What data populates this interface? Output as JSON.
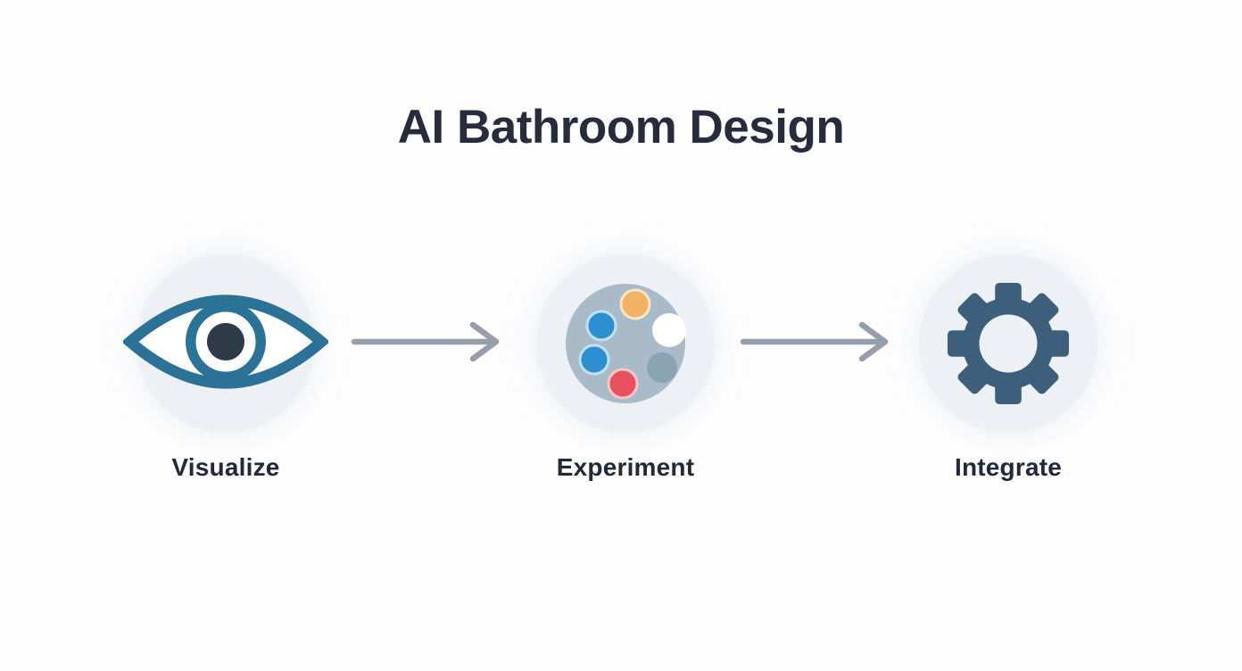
{
  "title": "AI Bathroom Design",
  "steps": [
    {
      "id": "visualize",
      "label": "Visualize",
      "icon": "eye-icon"
    },
    {
      "id": "experiment",
      "label": "Experiment",
      "icon": "palette-icon"
    },
    {
      "id": "integrate",
      "label": "Integrate",
      "icon": "gear-icon"
    }
  ],
  "connectors": [
    {
      "from": "visualize",
      "to": "experiment",
      "type": "arrow-right"
    },
    {
      "from": "experiment",
      "to": "integrate",
      "type": "arrow-right"
    }
  ],
  "colors": {
    "page_bg": "#fdfdfe",
    "title_text": "#272c3c",
    "label_text": "#23283a",
    "circle_bg": "#edf1f6",
    "eye_stroke": "#2b7396",
    "eye_pupil": "#2e3b49",
    "palette_base": "#a9bbc8",
    "palette_dot_orange": "#f2b266",
    "palette_dot_blue": "#2d8fd0",
    "palette_dot_red": "#e8515e",
    "palette_dot_white": "#ffffff",
    "palette_dot_muted": "#8ba4b1",
    "gear_fill": "#3d5f7c",
    "arrow": "#979eab"
  }
}
